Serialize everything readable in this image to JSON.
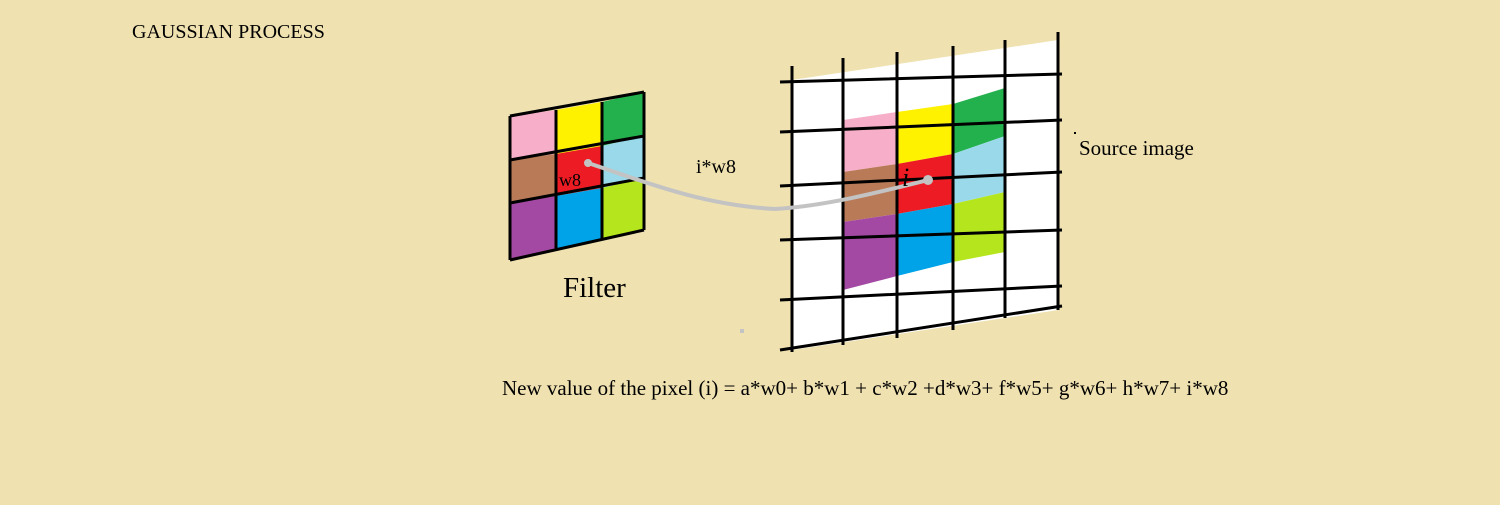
{
  "title": "GAUSSIAN PROCESS",
  "filter": {
    "label": "Filter",
    "center_weight_label": "w8",
    "cell_colors": [
      [
        "#F7AFC9",
        "#FFF200",
        "#22B14C"
      ],
      [
        "#B97A57",
        "#ED1C24",
        "#99D9EA"
      ],
      [
        "#A349A4",
        "#00A2E8",
        "#B5E61D"
      ]
    ]
  },
  "source": {
    "label": "Source image",
    "center_pixel_label": "i",
    "background_color": "#FFFFFF",
    "highlight_colors": [
      [
        "#F7AFC9",
        "#FFF200",
        "#22B14C"
      ],
      [
        "#B97A57",
        "#ED1C24",
        "#99D9EA"
      ],
      [
        "#A349A4",
        "#00A2E8",
        "#B5E61D"
      ]
    ]
  },
  "connector": {
    "label": "i*w8",
    "color": "#C3C3C3"
  },
  "formula": "New value of the pixel (i) = a*w0+ b*w1 + c*w2 +d*w3+ f*w5+ g*w6+ h*w7+ i*w8"
}
